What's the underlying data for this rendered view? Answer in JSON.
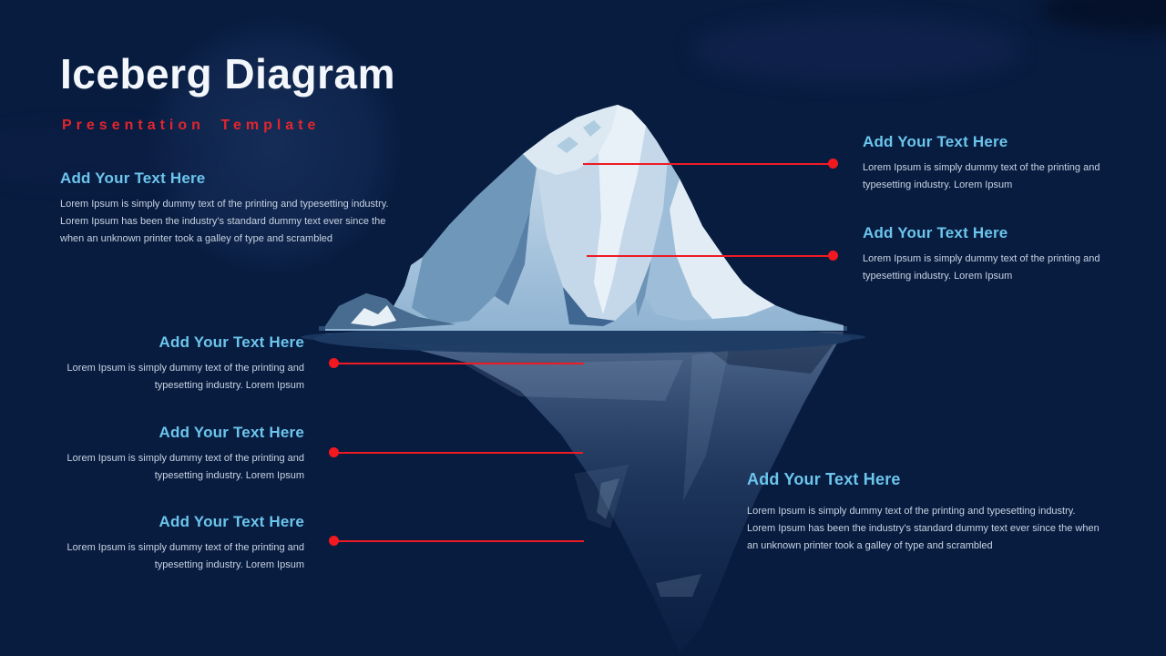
{
  "slide": {
    "title": "Iceberg Diagram",
    "subtitle": "Presentation Template"
  },
  "colors": {
    "background": "#081c40",
    "accent_red": "#ee1b23",
    "heading_blue": "#6cc5ec",
    "title_white": "#f3f7fb",
    "body_text": "#c7d3e2"
  },
  "callouts": {
    "top_left": {
      "heading": "Add Your Text Here",
      "body": "Lorem Ipsum is simply dummy text of the printing and typesetting industry. Lorem Ipsum has been the industry's standard dummy text ever since the when an unknown printer took a galley of type and scrambled"
    },
    "right": [
      {
        "heading": "Add Your Text Here",
        "body": "Lorem Ipsum is simply dummy text of the printing and typesetting industry. Lorem Ipsum"
      },
      {
        "heading": "Add Your Text Here",
        "body": "Lorem Ipsum is simply dummy text of the printing and typesetting industry. Lorem Ipsum"
      }
    ],
    "left": [
      {
        "heading": "Add Your Text Here",
        "body": "Lorem Ipsum is simply dummy text of the printing and typesetting industry. Lorem Ipsum"
      },
      {
        "heading": "Add Your Text Here",
        "body": "Lorem Ipsum is simply dummy text of the printing and typesetting industry. Lorem Ipsum"
      },
      {
        "heading": "Add Your Text Here",
        "body": "Lorem Ipsum is simply dummy text of the printing and typesetting industry. Lorem Ipsum"
      }
    ],
    "bottom_right": {
      "heading": "Add Your Text Here",
      "body": "Lorem Ipsum is simply dummy text of the printing and typesetting industry. Lorem Ipsum has been the industry's standard dummy text ever since the when an unknown printer took a galley of type and scrambled"
    }
  },
  "illustration": {
    "name": "iceberg",
    "above_water_color": "#c5d8e9",
    "below_water_color": "#3b5a80",
    "water_color": "#1d3c64"
  }
}
